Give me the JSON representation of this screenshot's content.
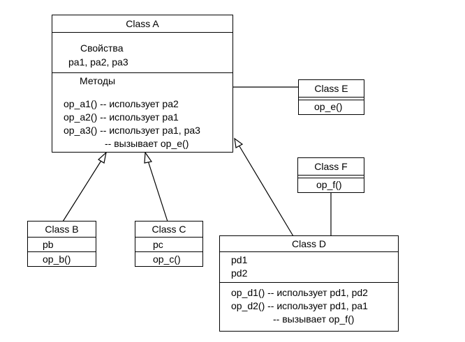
{
  "diagram": {
    "class_a": {
      "title": "Class A",
      "properties_heading": "Свойства",
      "properties": "pa1, pa2, pa3",
      "methods_heading": "Методы",
      "methods": [
        "op_a1() -- использует pa2",
        "op_a2() -- использует pa1",
        "op_a3() -- использует pa1, pa3",
        "-- вызывает op_e()"
      ]
    },
    "class_b": {
      "title": "Class B",
      "attribute": "pb",
      "method": "op_b()"
    },
    "class_c": {
      "title": "Class C",
      "attribute": "pc",
      "method": "op_c()"
    },
    "class_d": {
      "title": "Class D",
      "attributes": [
        "pd1",
        "pd2"
      ],
      "methods": [
        "op_d1() -- использует pd1, pd2",
        "op_d2() -- использует pd1, pa1",
        "-- вызывает op_f()"
      ]
    },
    "class_e": {
      "title": "Class E",
      "method": "op_e()"
    },
    "class_f": {
      "title": "Class F",
      "method": "op_f()"
    }
  }
}
